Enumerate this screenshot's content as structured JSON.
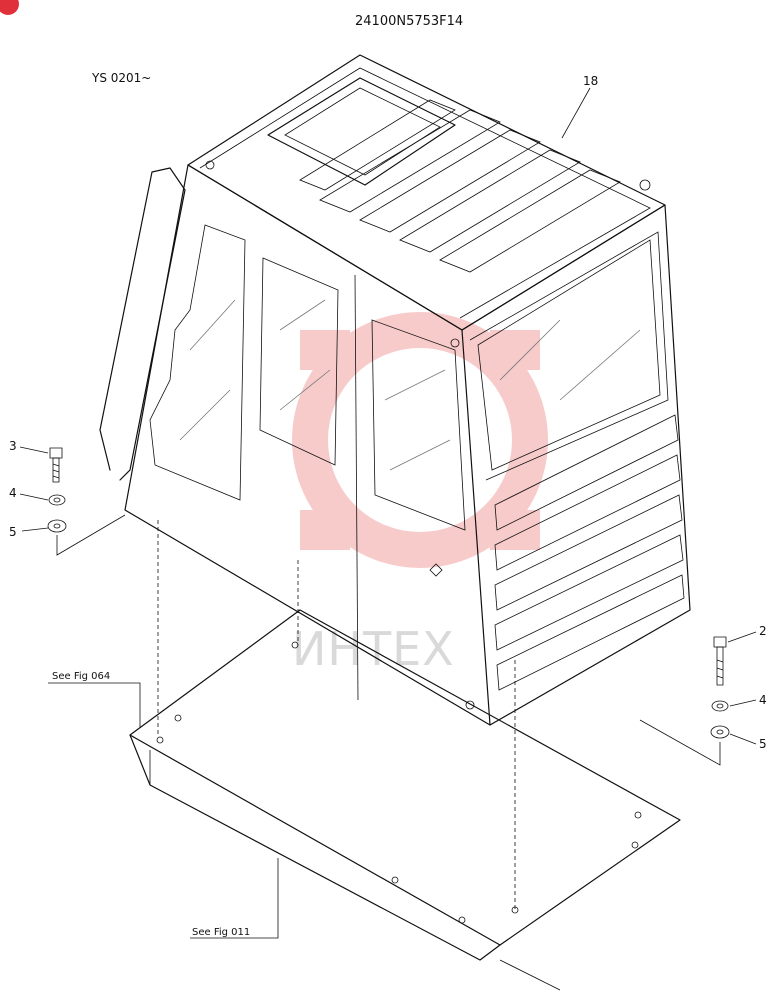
{
  "header": {
    "drawing_number": "24100N5753F14",
    "serial_range": "YS 0201~"
  },
  "watermark": {
    "text": "ИНТЕХ",
    "color": "#f08080"
  },
  "callouts": [
    {
      "number": "3"
    },
    {
      "number": "4"
    },
    {
      "number": "5"
    },
    {
      "number": "18"
    },
    {
      "number": "2"
    },
    {
      "number": "4"
    },
    {
      "number": "5"
    }
  ],
  "references": [
    {
      "label": "See Fig 064"
    },
    {
      "label": "See Fig 011"
    }
  ],
  "colors": {
    "line": "#111111",
    "badge": "#e0303a"
  }
}
